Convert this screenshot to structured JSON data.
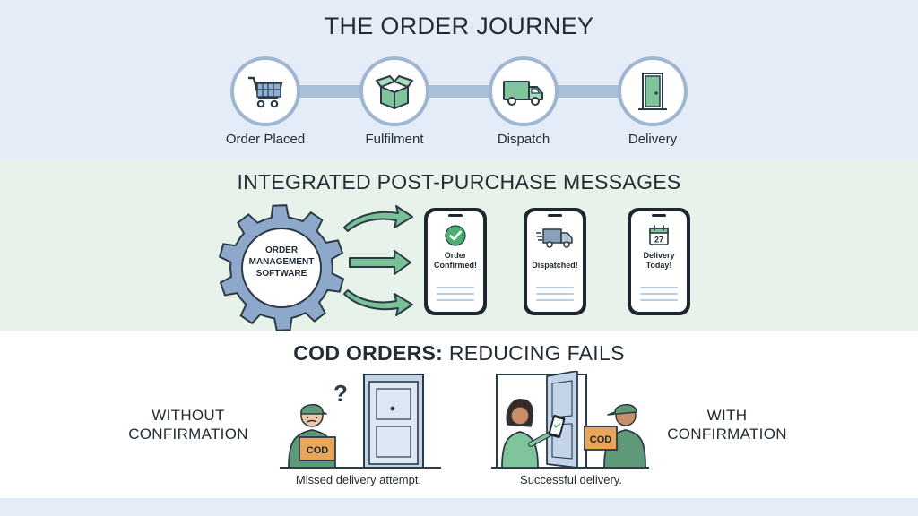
{
  "journey": {
    "title": "THE ORDER JOURNEY",
    "steps": [
      {
        "label": "Order Placed",
        "icon": "shopping-cart-icon"
      },
      {
        "label": "Fulfilment",
        "icon": "package-box-icon"
      },
      {
        "label": "Dispatch",
        "icon": "delivery-truck-icon"
      },
      {
        "label": "Delivery",
        "icon": "door-icon"
      }
    ]
  },
  "messages": {
    "title": "INTEGRATED POST-PURCHASE MESSAGES",
    "gear_label": "ORDER MANAGEMENT SOFTWARE",
    "phones": [
      {
        "text": "Order Confirmed!",
        "icon": "check-circle-icon"
      },
      {
        "text": "Dispatched!",
        "icon": "delivery-truck-icon"
      },
      {
        "text": "Delivery Today!",
        "icon": "calendar-icon",
        "calendar_day": "27"
      }
    ]
  },
  "cod": {
    "title_bold": "COD ORDERS:",
    "title_rest": " REDUCING FAILS",
    "without_label": "WITHOUT CONFIRMATION",
    "with_label": "WITH CONFIRMATION",
    "box_text": "COD",
    "question_mark": "?",
    "without_caption": "Missed delivery attempt.",
    "with_caption": "Successful delivery."
  },
  "colors": {
    "band_blue": "#e3ecf7",
    "band_green": "#e6f2ea",
    "accent_blue": "#9fb6d3",
    "accent_green": "#4caf6e",
    "courier_green": "#5f9a78",
    "box_orange": "#e9a659"
  }
}
